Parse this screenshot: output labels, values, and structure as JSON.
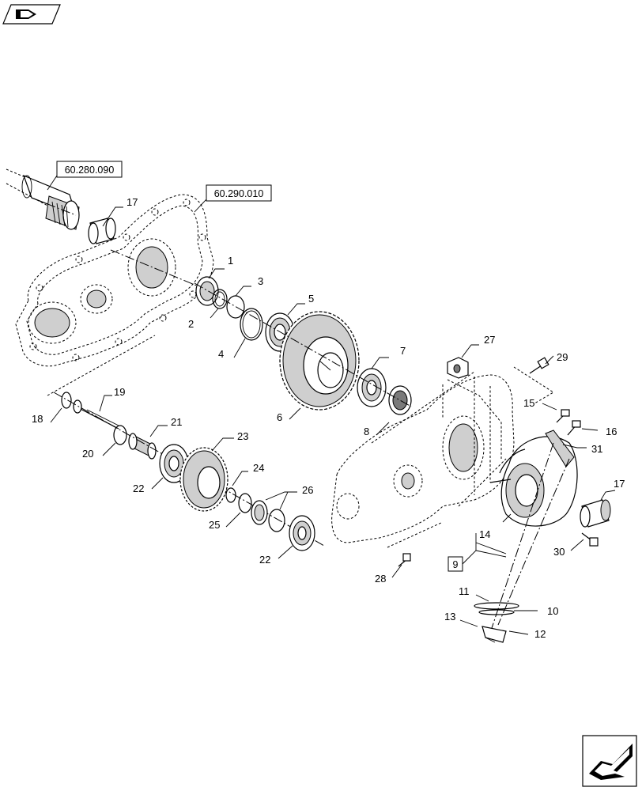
{
  "references": {
    "ref1": "60.280.090",
    "ref2": "60.290.010",
    "group9": "9"
  },
  "callouts": {
    "c1": "1",
    "c2": "2",
    "c3": "3",
    "c4": "4",
    "c5": "5",
    "c6": "6",
    "c7": "7",
    "c8": "8",
    "c10": "10",
    "c11": "11",
    "c12": "12",
    "c13": "13",
    "c14": "14",
    "c15": "15",
    "c16": "16",
    "c17a": "17",
    "c17b": "17",
    "c18": "18",
    "c19": "19",
    "c20": "20",
    "c21": "21",
    "c22a": "22",
    "c22b": "22",
    "c23": "23",
    "c24": "24",
    "c25": "25",
    "c26": "26",
    "c27": "27",
    "c28": "28",
    "c29": "29",
    "c30": "30",
    "c31": "31"
  },
  "icons": {
    "top_left": "navigation-flag-icon",
    "bottom_right": "next-page-arrow-icon"
  }
}
